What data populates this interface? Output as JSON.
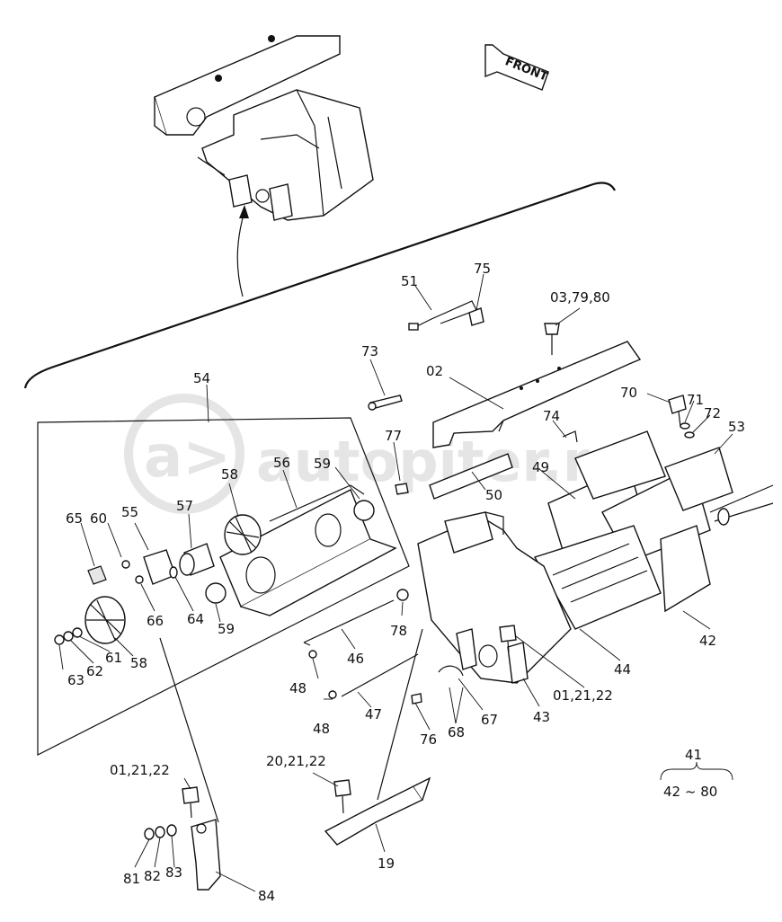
{
  "front_label": "FRONT",
  "watermark": "autopiter.ru",
  "watermark_logo": "a>",
  "callouts": {
    "c51": "51",
    "c75": "75",
    "c03_79_80": "03,79,80",
    "c73": "73",
    "c02": "02",
    "c70": "70",
    "c71": "71",
    "c72": "72",
    "c53": "53",
    "c74": "74",
    "c54": "54",
    "c77": "77",
    "c49": "49",
    "c50": "50",
    "c58a": "58",
    "c56": "56",
    "c59a": "59",
    "c65": "65",
    "c60": "60",
    "c55": "55",
    "c57": "57",
    "c66": "66",
    "c64": "64",
    "c59b": "59",
    "c42": "42",
    "c78": "78",
    "c63": "63",
    "c62": "62",
    "c61": "61",
    "c58b": "58",
    "c46": "46",
    "c44": "44",
    "c48a": "48",
    "c48b": "48",
    "c47": "47",
    "c01_21_22a": "01,21,22",
    "c43": "43",
    "c67": "67",
    "c76": "76",
    "c68": "68",
    "c41": "41",
    "c42_80": "42 ~ 80",
    "c01_21_22b": "01,21,22",
    "c20_21_22": "20,21,22",
    "c19": "19",
    "c81": "81",
    "c82": "82",
    "c83": "83",
    "c84": "84"
  }
}
